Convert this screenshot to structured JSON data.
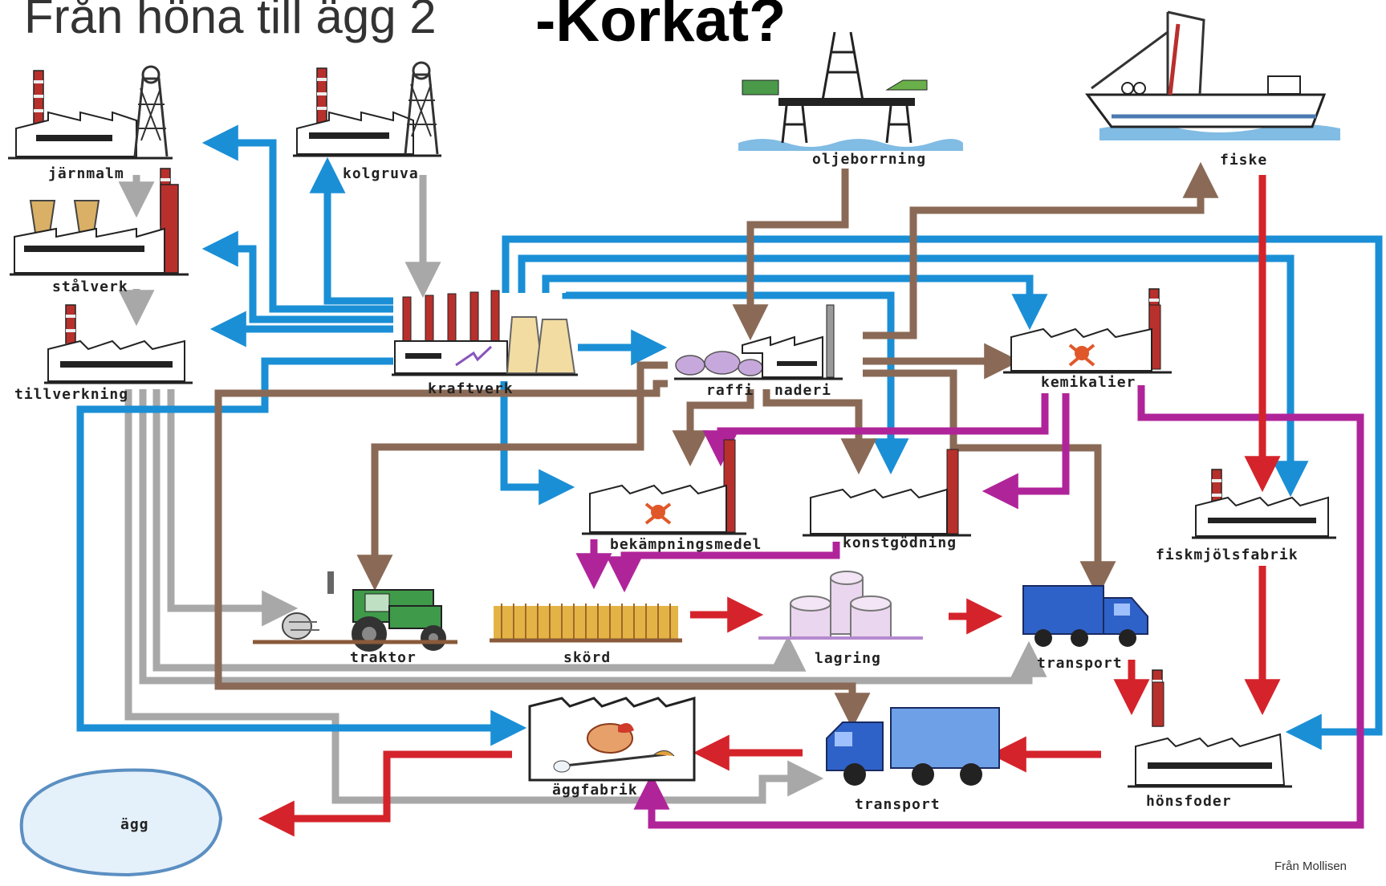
{
  "title": "Från höna till ägg 2",
  "subtitle": "-Korkat?",
  "credit": "Från Mollisen",
  "colors": {
    "energy_flow": "#1a8fd6",
    "material_flow": "#8a6a56",
    "chemical_flow": "#b0249a",
    "food_flow": "#d5232b",
    "equipment_flow": "#a8a8a8"
  },
  "nodes": {
    "jarnmalm": {
      "label": "järnmalm",
      "icon": "mine-factory-icon"
    },
    "kolgruva": {
      "label": "kolgruva",
      "icon": "mine-factory-icon"
    },
    "stalverk": {
      "label": "stålverk",
      "icon": "steel-mill-icon"
    },
    "tillverkning": {
      "label": "tillverkning",
      "icon": "factory-icon"
    },
    "kraftverk": {
      "label": "kraftverk",
      "icon": "power-plant-icon"
    },
    "oljeborrning": {
      "label": "oljeborrning",
      "icon": "oil-platform-icon"
    },
    "raffinaderi": {
      "label_left": "raffi",
      "label_right": "naderi",
      "icon": "refinery-icon"
    },
    "kemikalier": {
      "label": "kemikalier",
      "icon": "chemical-factory-icon"
    },
    "fiske": {
      "label": "fiske",
      "icon": "fishing-boat-icon"
    },
    "bekampningsmedel": {
      "label": "bekämpningsmedel",
      "icon": "pesticide-factory-icon"
    },
    "konstgodning": {
      "label": "konstgödning",
      "icon": "fertilizer-factory-icon"
    },
    "fiskmjolsfabrik": {
      "label": "fiskmjölsfabrik",
      "icon": "factory-icon"
    },
    "traktor": {
      "label": "traktor",
      "icon": "tractor-icon"
    },
    "skord": {
      "label": "skörd",
      "icon": "wheat-field-icon"
    },
    "lagring": {
      "label": "lagring",
      "icon": "silo-icon"
    },
    "transport1": {
      "label": "transport",
      "icon": "truck-icon"
    },
    "aggfabrik": {
      "label": "äggfabrik",
      "icon": "egg-factory-icon"
    },
    "transport2": {
      "label": "transport",
      "icon": "truck-icon"
    },
    "honsfoder": {
      "label": "hönsfoder",
      "icon": "feed-factory-icon"
    },
    "agg": {
      "label": "ägg",
      "icon": "egg-icon"
    }
  }
}
